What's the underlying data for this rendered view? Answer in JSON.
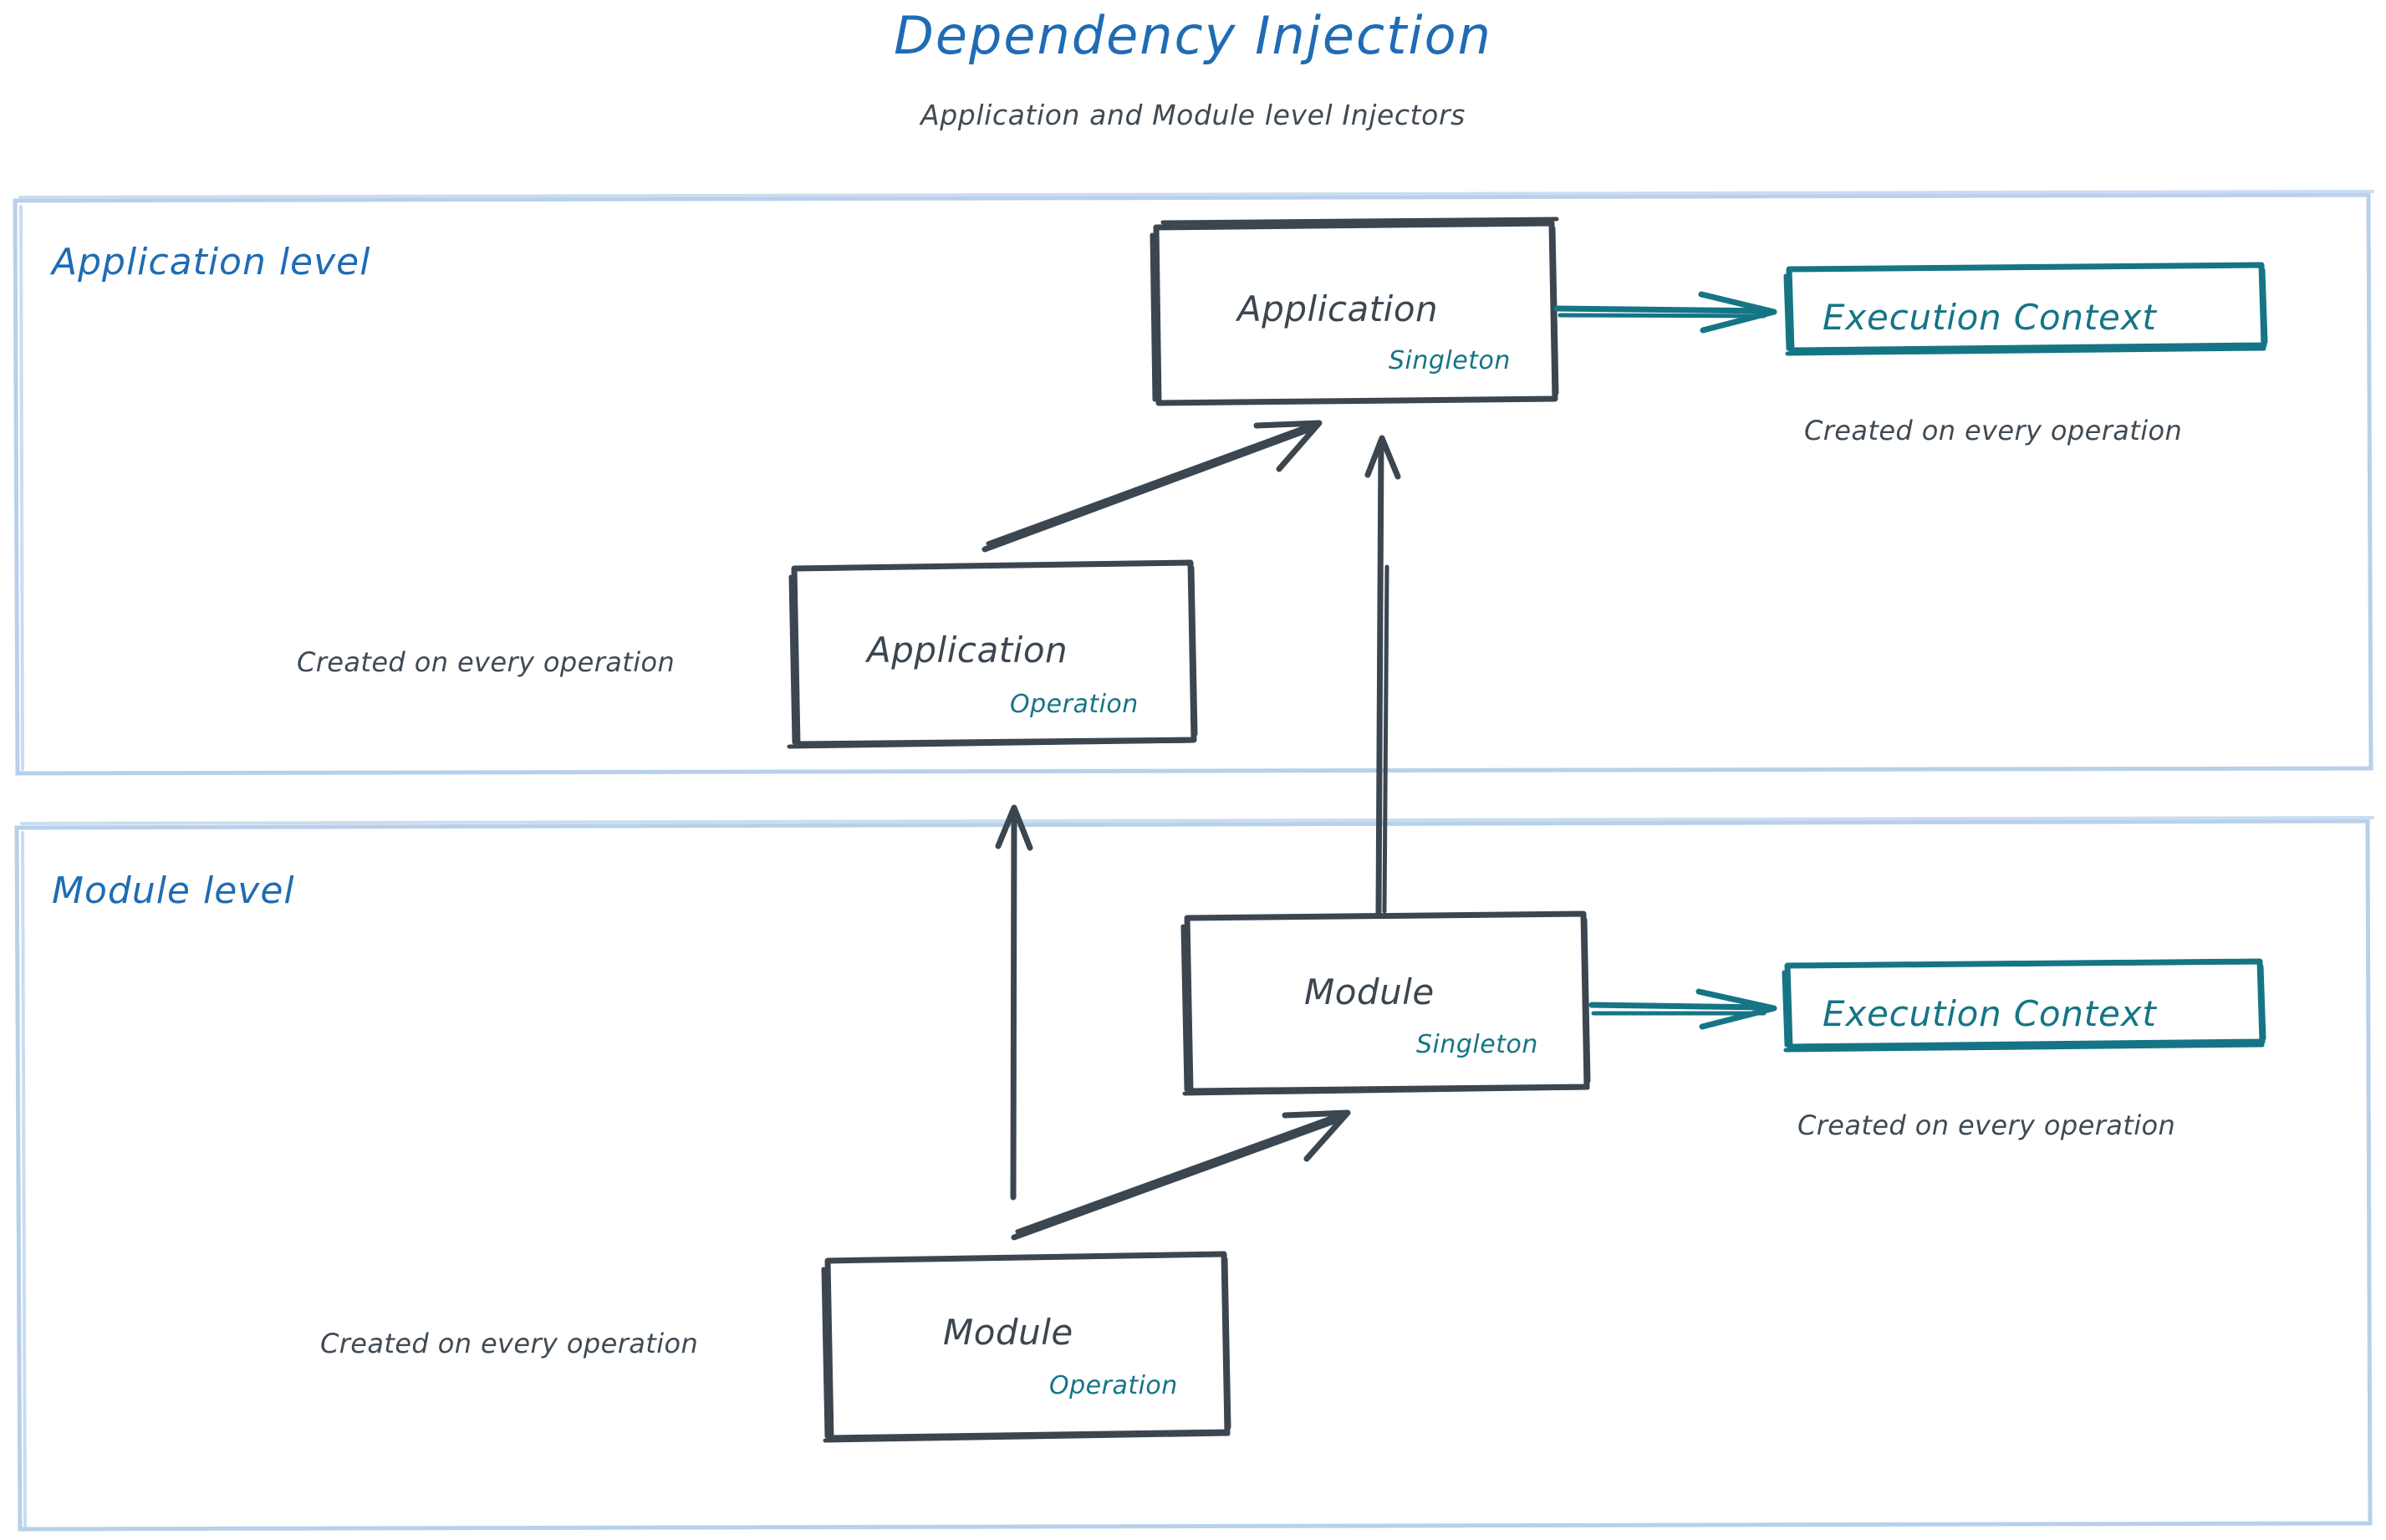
{
  "header": {
    "title": "Dependency Injection",
    "subtitle": "Application and Module level Injectors"
  },
  "colors": {
    "title_blue": "#1f6cb4",
    "lane_border": "#b8d0ea",
    "node_stroke": "#3b4650",
    "node_text": "#3b4650",
    "scope_teal": "#157585",
    "note_text": "#3f4a54",
    "background": "#ffffff"
  },
  "lanes": [
    {
      "id": "application-level",
      "label": "Application level"
    },
    {
      "id": "module-level",
      "label": "Module level"
    }
  ],
  "nodes": {
    "app_singleton": {
      "title": "Application",
      "scope": "Singleton"
    },
    "app_operation": {
      "title": "Application",
      "scope": "Operation"
    },
    "mod_singleton": {
      "title": "Module",
      "scope": "Singleton"
    },
    "mod_operation": {
      "title": "Module",
      "scope": "Operation"
    },
    "ctx_application": {
      "label": "Execution Context"
    },
    "ctx_module": {
      "label": "Execution Context"
    }
  },
  "notes": {
    "ctx_application": "Created on every operation",
    "ctx_module": "Created on every operation",
    "app_operation": "Created on every operation",
    "mod_operation": "Created on every operation"
  },
  "edges": [
    {
      "id": "app-singleton-to-ctx",
      "from": "app_singleton",
      "to": "ctx_application",
      "style": "teal-arrow"
    },
    {
      "id": "app-operation-to-app-singleton",
      "from": "app_operation",
      "to": "app_singleton",
      "style": "dark-arrow-diagonal"
    },
    {
      "id": "mod-singleton-to-app-singleton",
      "from": "mod_singleton",
      "to": "app_singleton",
      "style": "dark-arrow-vertical"
    },
    {
      "id": "mod-singleton-to-ctx",
      "from": "mod_singleton",
      "to": "ctx_module",
      "style": "teal-arrow"
    },
    {
      "id": "mod-operation-to-mod-singleton",
      "from": "mod_operation",
      "to": "mod_singleton",
      "style": "dark-arrow-diagonal"
    },
    {
      "id": "mod-operation-to-app-operation",
      "from": "mod_operation",
      "to": "app_operation",
      "style": "dark-arrow-vertical"
    }
  ]
}
